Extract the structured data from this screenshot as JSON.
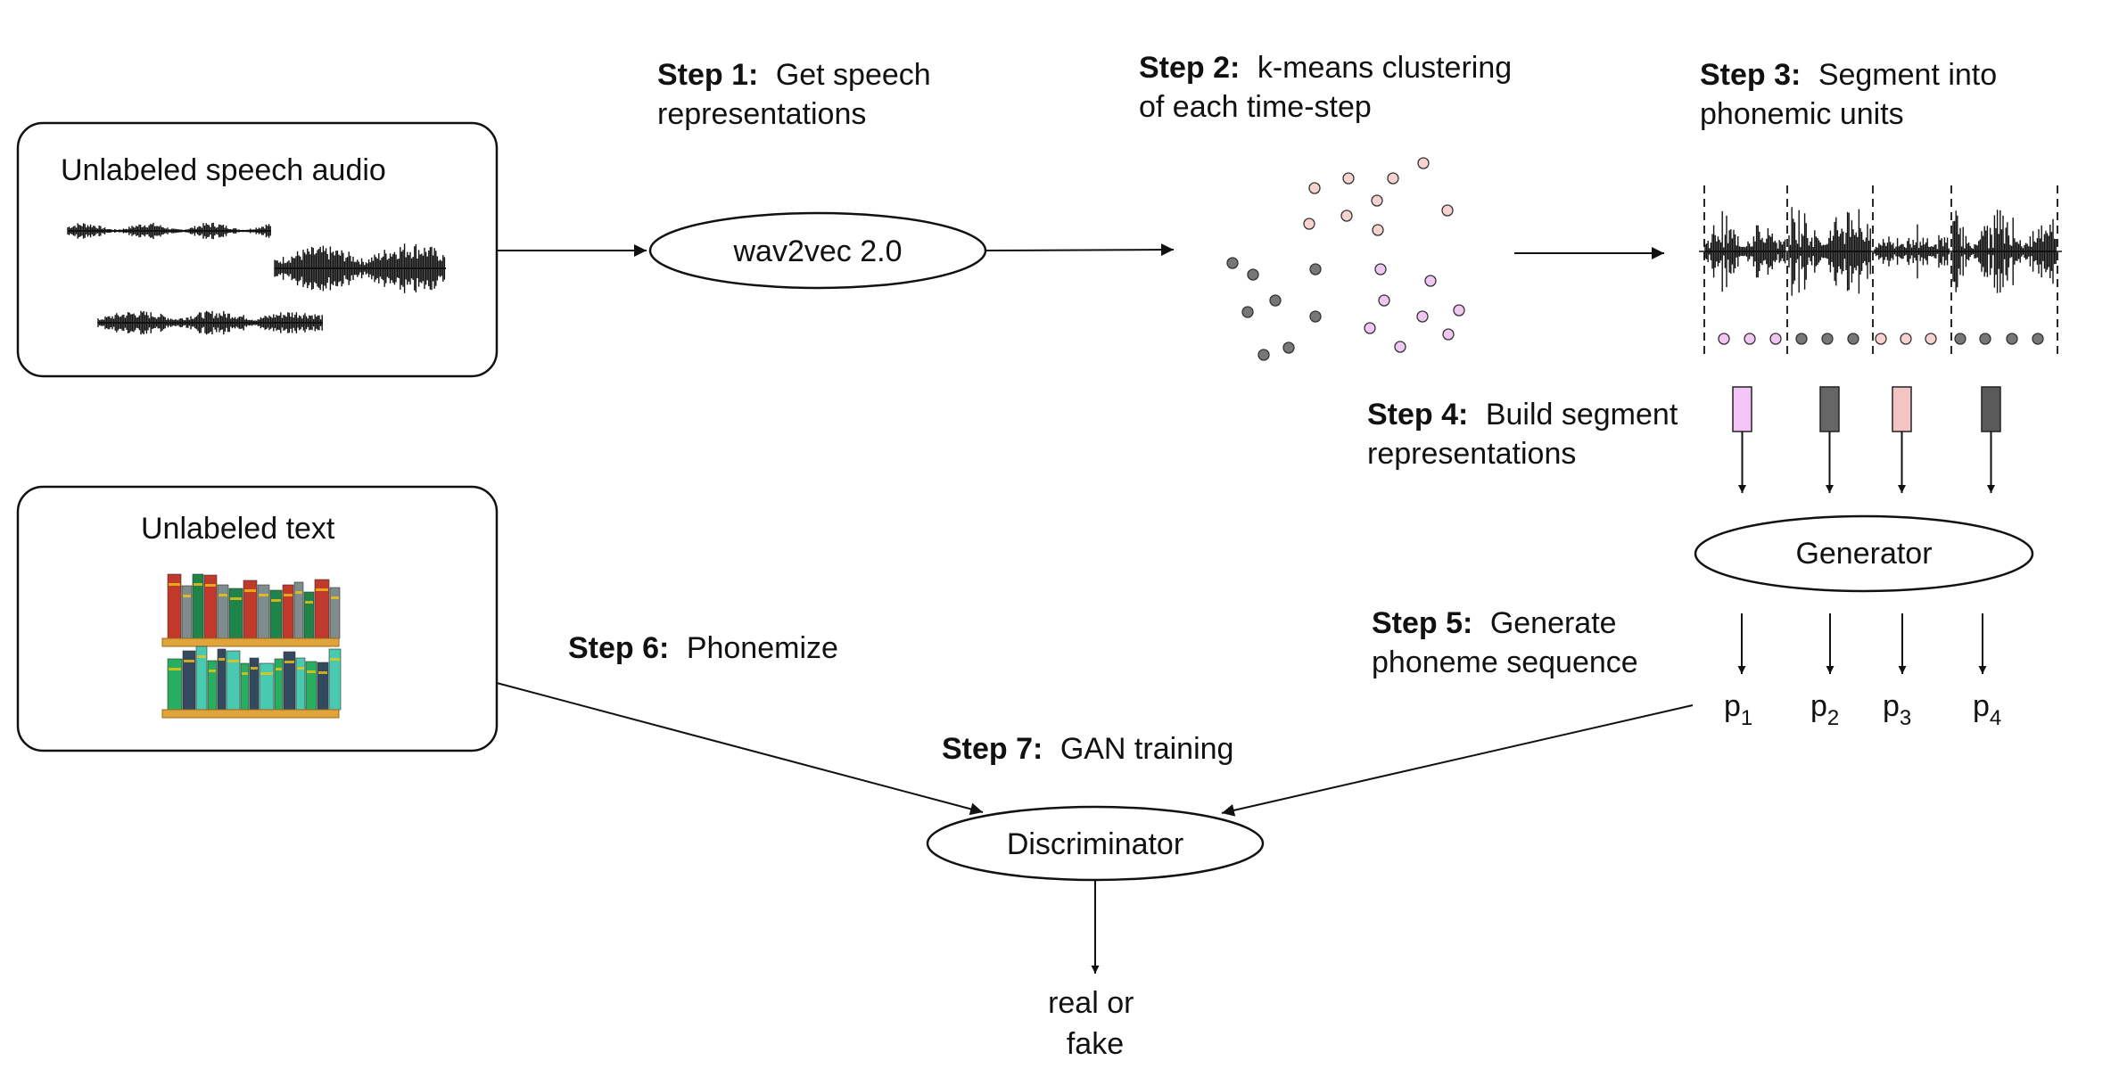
{
  "inputs": {
    "audio_label": "Unlabeled speech audio",
    "text_label": "Unlabeled text"
  },
  "nodes": {
    "encoder": "wav2vec 2.0",
    "generator": "Generator",
    "discriminator": "Discriminator"
  },
  "steps": [
    {
      "key": "Step 1:",
      "line1": "Get speech",
      "line2": "representations"
    },
    {
      "key": "Step 2:",
      "line1": "k-means clustering",
      "line2": "of each time-step"
    },
    {
      "key": "Step 3:",
      "line1": "Segment into",
      "line2": "phonemic units"
    },
    {
      "key": "Step 4:",
      "line1": "Build segment",
      "line2": "representations"
    },
    {
      "key": "Step 5:",
      "line1": "Generate",
      "line2": "phoneme sequence"
    },
    {
      "key": "Step 6:",
      "line1": "Phonemize"
    },
    {
      "key": "Step 7:",
      "line1": "GAN training"
    }
  ],
  "phonemes": [
    {
      "base": "p",
      "sub": "1"
    },
    {
      "base": "p",
      "sub": "2"
    },
    {
      "base": "p",
      "sub": "3"
    },
    {
      "base": "p",
      "sub": "4"
    }
  ],
  "output": {
    "line1": "real or",
    "line2": "fake"
  },
  "colors": {
    "cluster_pink": "#f6d3cf",
    "cluster_gray": "#777777",
    "cluster_violet": "#f0c6f3",
    "segment_violet": "#f3c5f7",
    "segment_gray": "#666666",
    "segment_pink": "#f4c4c2",
    "segment_dark": "#5a5a5a"
  }
}
